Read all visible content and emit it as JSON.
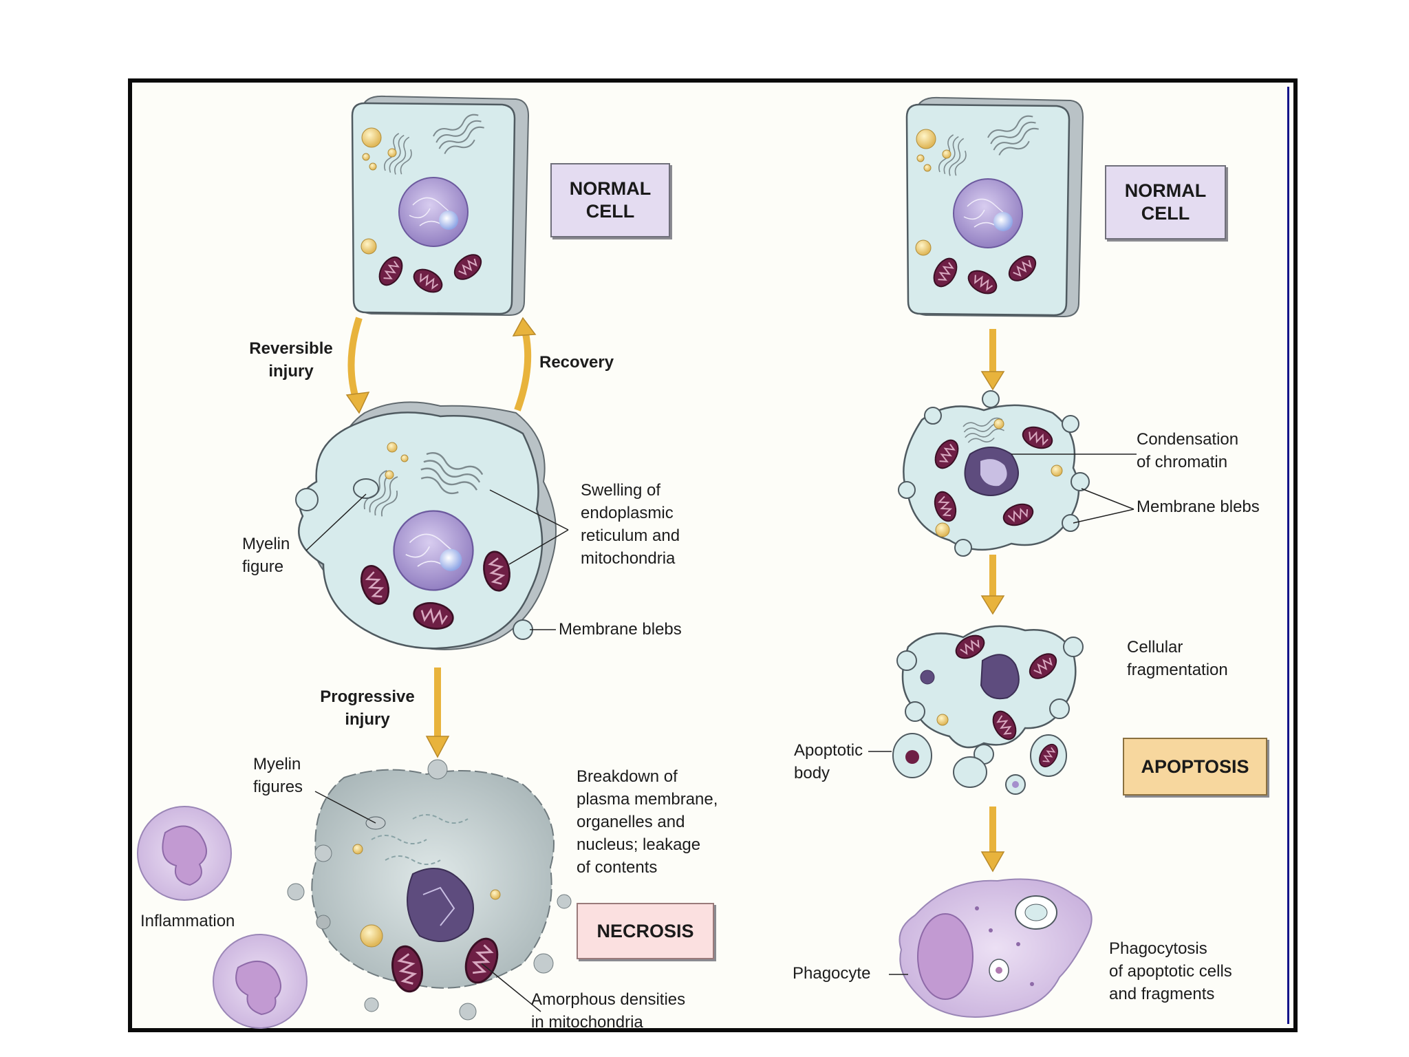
{
  "necrosis_pathway": {
    "normal_cell_label": "NORMAL\nCELL",
    "reversible_injury_label": "Reversible\ninjury",
    "recovery_label": "Recovery",
    "swelling_label": "Swelling of\nendoplasmic\nreticulum and\nmitochondria",
    "myelin_figure_label": "Myelin\nfigure",
    "membrane_blebs_label": "Membrane blebs",
    "progressive_injury_label": "Progressive\ninjury",
    "myelin_figures_label": "Myelin\nfigures",
    "breakdown_label": "Breakdown of\nplasma membrane,\norganelles and\nnucleus; leakage\nof contents",
    "inflammation_label": "Inflammation",
    "necrosis_label": "NECROSIS",
    "amorphous_densities_label": "Amorphous densities\nin mitochondria"
  },
  "apoptosis_pathway": {
    "normal_cell_label": "NORMAL\nCELL",
    "condensation_label": "Condensation\nof chromatin",
    "membrane_blebs_label": "Membrane blebs",
    "cellular_fragmentation_label": "Cellular\nfragmentation",
    "apoptotic_body_label": "Apoptotic\nbody",
    "apoptosis_label": "APOPTOSIS",
    "phagocyte_label": "Phagocyte",
    "phagocytosis_label": "Phagocytosis\nof apoptotic cells\nand fragments"
  },
  "colors": {
    "cytoplasm": "#d7ebec",
    "nucleus": "#a58fcc",
    "mitochondria": "#6e1f45",
    "arrow": "#e8b33c",
    "normal_box": "#e4dcf1",
    "necrosis_box": "#fbe0e0",
    "apoptosis_box": "#f7d79e"
  }
}
